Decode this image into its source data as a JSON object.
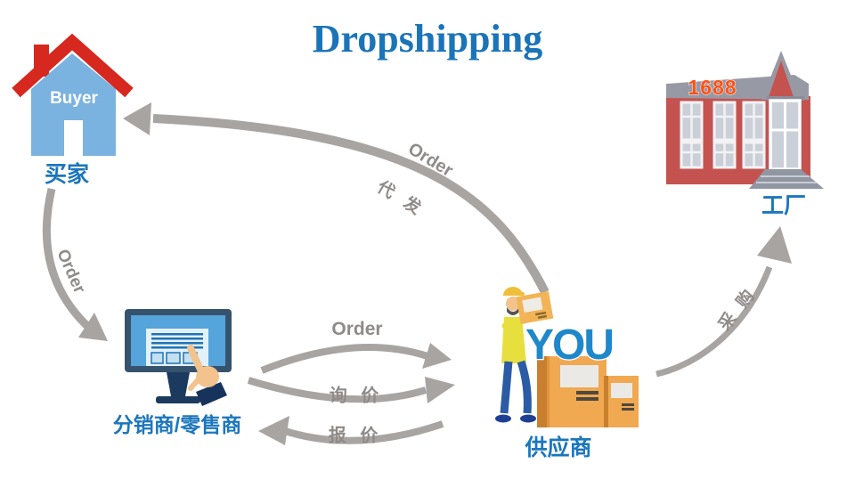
{
  "title": "Dropshipping",
  "colors": {
    "title_blue": "#1B74B8",
    "label_blue": "#1B76BC",
    "arrow_gray": "#A8A4A1",
    "arrow_label_gray": "#8F8B88",
    "house_blue": "#7AB2E0",
    "roof_red": "#D6281E",
    "factory_red": "#C4534F",
    "factory_gray": "#9799A5",
    "sign_orange": "#FF4F12",
    "box_orange": "#F0A851",
    "you_blue": "#1F88CA"
  },
  "nodes": {
    "buyer": {
      "house_text": "Buyer",
      "label": "买家"
    },
    "distributor": {
      "label": "分销商/零售商"
    },
    "supplier": {
      "label": "供应商",
      "you_text": "YOU"
    },
    "factory": {
      "label": "工厂",
      "sign": "1688"
    }
  },
  "arrows": {
    "supplier_to_buyer": {
      "label_en": "Order",
      "label_zh": "代 发"
    },
    "buyer_to_distributor": {
      "label": "Order"
    },
    "distributor_to_supplier_order": {
      "label": "Order"
    },
    "distributor_to_supplier_inquiry": {
      "label": "询 价"
    },
    "supplier_to_distributor_quote": {
      "label": "报 价"
    },
    "supplier_to_factory": {
      "label": "采 购"
    }
  }
}
